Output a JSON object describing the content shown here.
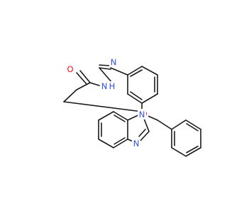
{
  "molecule": {
    "colors": {
      "bond": "#1a1a1a",
      "oxygen": "#ff0d0d",
      "nitrogen": "#3050f8",
      "carbon": "#1a1a1a",
      "background": "#ffffff"
    },
    "atom_labels": {
      "carbonyl_oxygen": "O",
      "amide_nh": "N",
      "amide_h": "H",
      "hydrazone_n": "N",
      "ether_oxygen": "O",
      "benzimidazole_n1": "N",
      "benzimidazole_n3": "N"
    }
  }
}
